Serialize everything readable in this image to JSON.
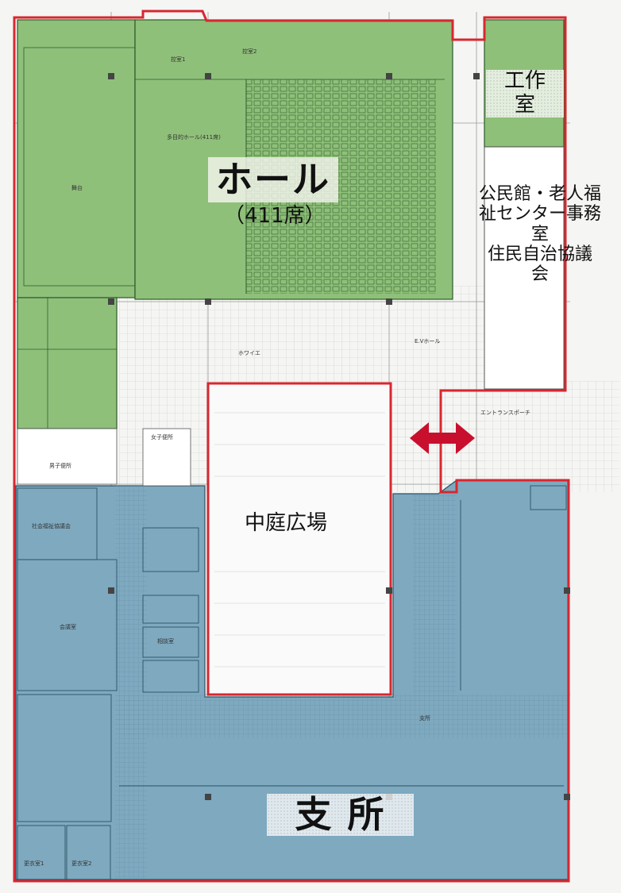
{
  "colors": {
    "hall_zone": "#8fc07a",
    "branch_zone": "#7ea9bf",
    "outline": "#d8272f",
    "arrow": "#c8102e"
  },
  "labels": {
    "hall": "ホール",
    "hall_seats": "（411席）",
    "workshop_line1": "工作",
    "workshop_line2": "室",
    "office_lines": [
      "公民館・老人福",
      "祉センター事務",
      "室",
      "住民自治協議",
      "会"
    ],
    "courtyard": "中庭広場",
    "branch": "支 所"
  },
  "small_labels": {
    "foyer": "ホワイエ",
    "ev_hall": "E.Vホール",
    "entrance_porch": "エントランスポーチ",
    "mens_toilet": "男子便所",
    "womens_toilet": "女子便所",
    "meeting_room": "会議室",
    "soc_welfare": "社会福祉協議会",
    "branch_office": "支所",
    "council": "相談室",
    "stage": "舞台",
    "multi_hall": "多目的ホール(411席)",
    "green_room1": "控室1",
    "green_room2": "控室2",
    "locker1": "更衣室1",
    "locker2": "更衣室2"
  }
}
